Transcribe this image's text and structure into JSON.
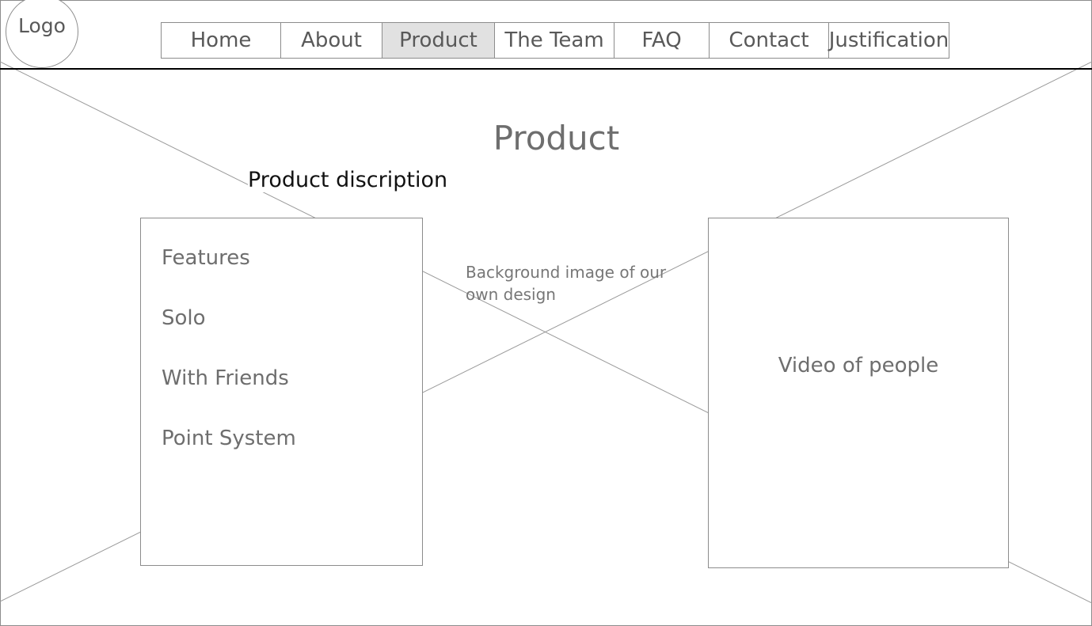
{
  "logo": {
    "label": "Logo"
  },
  "nav": {
    "items": [
      {
        "label": "Home",
        "active": false
      },
      {
        "label": "About",
        "active": false
      },
      {
        "label": "Product",
        "active": true
      },
      {
        "label": "The Team",
        "active": false
      },
      {
        "label": "FAQ",
        "active": false
      },
      {
        "label": "Contact",
        "active": false
      },
      {
        "label": "Justification",
        "active": false
      }
    ]
  },
  "main": {
    "title": "Product",
    "subtitle": "Product discription",
    "background_note": "Background image of our own design",
    "features": {
      "items": [
        "Features",
        "Solo",
        "With Friends",
        "Point System"
      ]
    },
    "video": {
      "label": "Video of people"
    }
  }
}
